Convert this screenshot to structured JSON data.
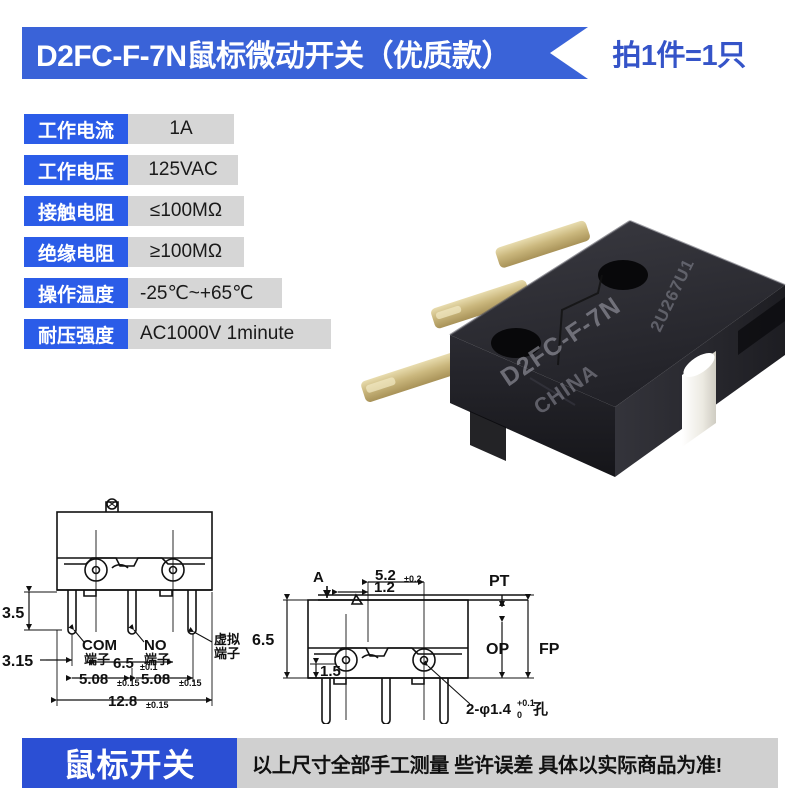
{
  "header": {
    "title": "D2FC-F-7N鼠标微动开关（优质款）",
    "badge": "拍1件=1只",
    "bar_color": "#3a63d8",
    "badge_bg": "#ffffff",
    "badge_text_color": "#3554c8"
  },
  "specs": {
    "label_color": "#2b5ce8",
    "value_bg": "#d6d6d6",
    "rows": [
      {
        "label": "工作电流",
        "value": "1A"
      },
      {
        "label": "工作电压",
        "value": "125VAC"
      },
      {
        "label": "接触电阻",
        "value": "≤100MΩ"
      },
      {
        "label": "绝缘电阻",
        "value": "≥100MΩ"
      },
      {
        "label": "操作温度",
        "value": "-25℃~+65℃"
      },
      {
        "label": "耐压强度",
        "value": "AC1000V 1minute"
      }
    ]
  },
  "product_photo": {
    "body_color": "#26262b",
    "pin_color": "#cdbb84",
    "plunger_color": "#f0efe9",
    "embossed_model": "D2FC-F-7N",
    "embossed_origin": "CHINA",
    "embossed_serial": "2U267U1"
  },
  "drawings": {
    "front": {
      "dim_3_5": "3.5",
      "dim_3_15": "3.15",
      "dim_6_5": "6.5",
      "dim_6_5_tol": "±0.1",
      "dim_5_08_left": "5.08",
      "dim_5_08_left_tol": "±0.15",
      "dim_5_08_right": "5.08",
      "dim_5_08_right_tol": "±0.15",
      "dim_12_8": "12.8",
      "dim_12_8_tol": "±0.15",
      "label_com_1": "COM",
      "label_com_2": "端子",
      "label_no_1": "NO",
      "label_no_2": "端子",
      "label_dummy_1": "虚拟",
      "label_dummy_2": "端子"
    },
    "side": {
      "dim_5_2": "5.2",
      "dim_5_2_tol": "±0.2",
      "dim_1_2": "1.2",
      "label_a": "A",
      "dim_6_5": "6.5",
      "dim_1_5": "1.5",
      "label_pt": "PT",
      "label_op": "OP",
      "label_fp": "FP",
      "hole_note": "2-φ1.4",
      "hole_tol_upper": "+0.1",
      "hole_tol_lower": "0",
      "hole_unit": "孔"
    }
  },
  "footer": {
    "tag": "鼠标开关",
    "note": "以上尺寸全部手工测量 些许误差 具体以实际商品为准!",
    "tag_bg": "#2b4fd4",
    "note_bg": "#d0d0d0"
  }
}
